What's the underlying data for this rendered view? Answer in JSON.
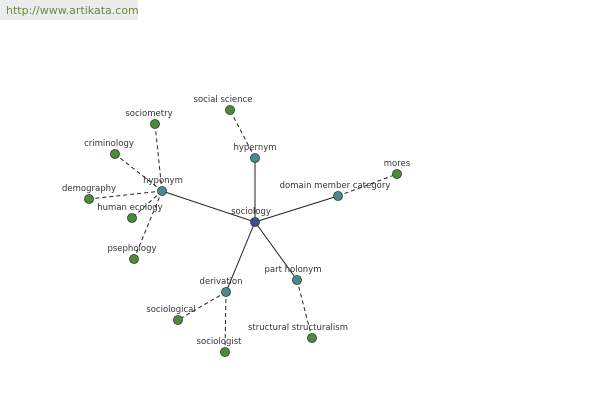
{
  "banner": {
    "url": "http://www.artikata.com"
  },
  "graph": {
    "colors": {
      "center": "#3f4f8c",
      "relation": "#4a8a90",
      "leaf": "#4e8a3e",
      "edge": "#222222",
      "outline": "#2a3a2a"
    },
    "nodes": [
      {
        "id": "sociology",
        "label": "sociology",
        "kind": "center"
      },
      {
        "id": "hypernym",
        "label": "hypernym",
        "kind": "relation"
      },
      {
        "id": "hyponym",
        "label": "hyponym",
        "kind": "relation"
      },
      {
        "id": "domain-member-category",
        "label": "domain member category",
        "kind": "relation"
      },
      {
        "id": "part-holonym",
        "label": "part holonym",
        "kind": "relation"
      },
      {
        "id": "derivation",
        "label": "derivation",
        "kind": "relation"
      },
      {
        "id": "social-science",
        "label": "social science",
        "kind": "leaf"
      },
      {
        "id": "sociometry",
        "label": "sociometry",
        "kind": "leaf"
      },
      {
        "id": "criminology",
        "label": "criminology",
        "kind": "leaf"
      },
      {
        "id": "demography",
        "label": "demography",
        "kind": "leaf"
      },
      {
        "id": "human-ecology",
        "label": "human ecology",
        "kind": "leaf"
      },
      {
        "id": "psephology",
        "label": "psephology",
        "kind": "leaf"
      },
      {
        "id": "mores",
        "label": "mores",
        "kind": "leaf"
      },
      {
        "id": "structural-structuralism",
        "label": "structural structuralism",
        "kind": "leaf"
      },
      {
        "id": "sociological",
        "label": "sociological",
        "kind": "leaf"
      },
      {
        "id": "sociologist",
        "label": "sociologist",
        "kind": "leaf"
      }
    ],
    "edges": [
      {
        "from": "sociology",
        "to": "hypernym",
        "style": "solid"
      },
      {
        "from": "sociology",
        "to": "hyponym",
        "style": "solid"
      },
      {
        "from": "sociology",
        "to": "domain-member-category",
        "style": "solid"
      },
      {
        "from": "sociology",
        "to": "part-holonym",
        "style": "solid"
      },
      {
        "from": "sociology",
        "to": "derivation",
        "style": "solid"
      },
      {
        "from": "hypernym",
        "to": "social-science",
        "style": "dashed"
      },
      {
        "from": "hyponym",
        "to": "sociometry",
        "style": "dashed"
      },
      {
        "from": "hyponym",
        "to": "criminology",
        "style": "dashed"
      },
      {
        "from": "hyponym",
        "to": "demography",
        "style": "dashed"
      },
      {
        "from": "hyponym",
        "to": "human-ecology",
        "style": "dashed"
      },
      {
        "from": "hyponym",
        "to": "psephology",
        "style": "dashed"
      },
      {
        "from": "domain-member-category",
        "to": "mores",
        "style": "dashed"
      },
      {
        "from": "part-holonym",
        "to": "structural-structuralism",
        "style": "dashed"
      },
      {
        "from": "derivation",
        "to": "sociological",
        "style": "dashed"
      },
      {
        "from": "derivation",
        "to": "sociologist",
        "style": "dashed"
      }
    ]
  }
}
